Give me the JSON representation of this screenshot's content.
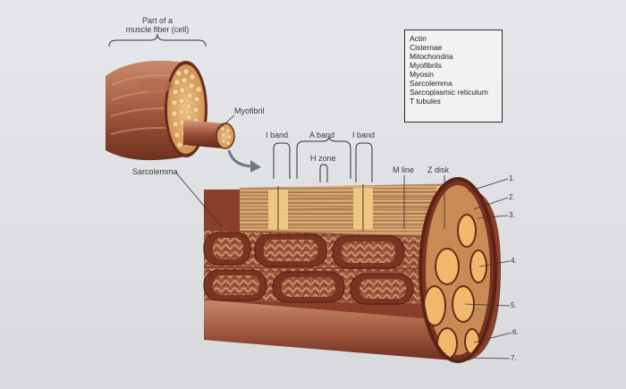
{
  "labels": {
    "part_of_fiber": "Part of a\nmuscle fiber (cell)",
    "myofibril": "Myofibril",
    "sarcolemma": "Sarcolemma",
    "i_band_left": "I band",
    "a_band": "A band",
    "i_band_right": "I band",
    "h_zone": "H zone",
    "m_line": "M line",
    "z_disk": "Z disk"
  },
  "word_bank": [
    "Actin",
    "Cisternae",
    "Mitochondria",
    "Myofibrils",
    "Myosin",
    "Sarcolemma",
    "Sarcoplasmic reticulum",
    "T tubules"
  ],
  "numbers": [
    "1.",
    "2.",
    "3.",
    "4.",
    "5.",
    "6.",
    "7."
  ]
}
